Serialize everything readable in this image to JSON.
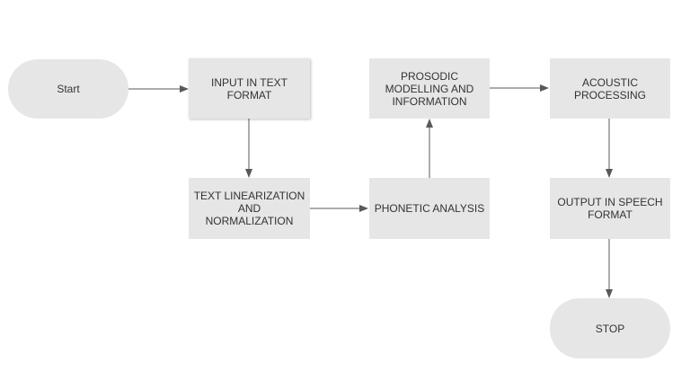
{
  "nodes": {
    "start": "Start",
    "input_text": "INPUT IN TEXT\nFORMAT",
    "text_linearization": "TEXT LINEARIZATION\nAND\nNORMALIZATION",
    "phonetic_analysis": "PHONETIC ANALYSIS",
    "prosodic_modelling": "PROSODIC\nMODELLING AND\nINFORMATION",
    "acoustic_processing": "ACOUSTIC\nPROCESSING",
    "output_speech": "OUTPUT IN SPEECH\nFORMAT",
    "stop": "STOP"
  },
  "edges": [
    {
      "from": "start",
      "to": "input_text"
    },
    {
      "from": "input_text",
      "to": "text_linearization"
    },
    {
      "from": "text_linearization",
      "to": "phonetic_analysis"
    },
    {
      "from": "phonetic_analysis",
      "to": "prosodic_modelling"
    },
    {
      "from": "prosodic_modelling",
      "to": "acoustic_processing"
    },
    {
      "from": "acoustic_processing",
      "to": "output_speech"
    },
    {
      "from": "output_speech",
      "to": "stop"
    }
  ],
  "colors": {
    "node_fill": "#e6e6e6",
    "edge": "#595959",
    "text": "#333333"
  }
}
